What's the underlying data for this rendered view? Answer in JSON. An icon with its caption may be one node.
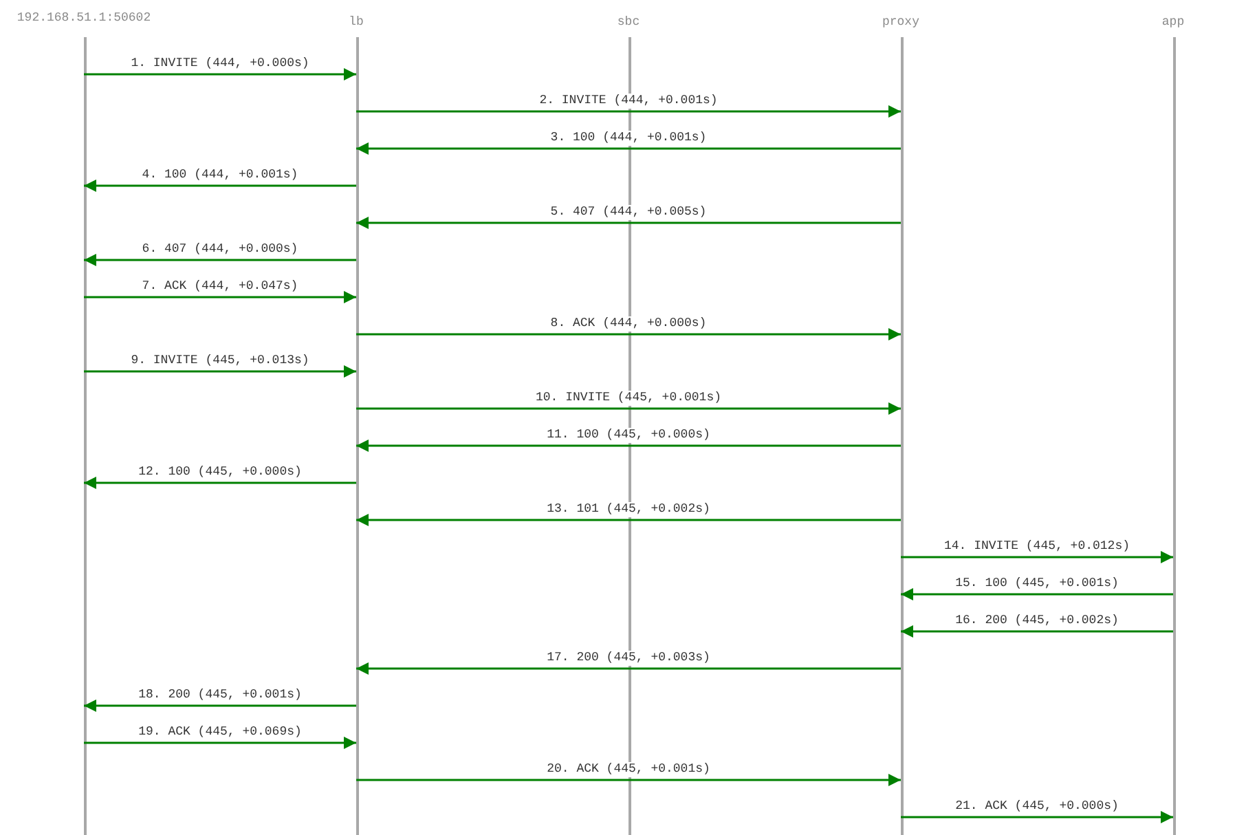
{
  "diagram": {
    "nodes": [
      {
        "text": [
          "192.168.51.1:50602"
        ]
      },
      {
        "text": [
          "lb"
        ]
      },
      {
        "text": [
          "sbc"
        ]
      },
      {
        "text": [
          "proxy"
        ]
      },
      {
        "text": [
          "app"
        ]
      }
    ],
    "edges": [
      {
        "from": 0,
        "to": 1,
        "arrow": "to",
        "label": "1. INVITE (444, +0.000s)"
      },
      {
        "from": 1,
        "to": 3,
        "arrow": "to",
        "label": "2. INVITE (444, +0.001s)"
      },
      {
        "from": 3,
        "to": 1,
        "arrow": "to",
        "label": "3. 100 (444, +0.001s)"
      },
      {
        "from": 1,
        "to": 0,
        "arrow": "to",
        "label": "4. 100 (444, +0.001s)"
      },
      {
        "from": 3,
        "to": 1,
        "arrow": "to",
        "label": "5. 407 (444, +0.005s)"
      },
      {
        "from": 1,
        "to": 0,
        "arrow": "to",
        "label": "6. 407 (444, +0.000s)"
      },
      {
        "from": 0,
        "to": 1,
        "arrow": "to",
        "label": "7. ACK (444, +0.047s)"
      },
      {
        "from": 1,
        "to": 3,
        "arrow": "to",
        "label": "8. ACK (444, +0.000s)"
      },
      {
        "from": 0,
        "to": 1,
        "arrow": "to",
        "label": "9. INVITE (445, +0.013s)"
      },
      {
        "from": 1,
        "to": 3,
        "arrow": "to",
        "label": "10. INVITE (445, +0.001s)"
      },
      {
        "from": 3,
        "to": 1,
        "arrow": "to",
        "label": "11. 100 (445, +0.000s)"
      },
      {
        "from": 1,
        "to": 0,
        "arrow": "to",
        "label": "12. 100 (445, +0.000s)"
      },
      {
        "from": 3,
        "to": 1,
        "arrow": "to",
        "label": "13. 101 (445, +0.002s)"
      },
      {
        "from": 3,
        "to": 4,
        "arrow": "to",
        "label": "14. INVITE (445, +0.012s)"
      },
      {
        "from": 4,
        "to": 3,
        "arrow": "to",
        "label": "15. 100 (445, +0.001s)"
      },
      {
        "from": 4,
        "to": 3,
        "arrow": "to",
        "label": "16. 200 (445, +0.002s)"
      },
      {
        "from": 3,
        "to": 1,
        "arrow": "to",
        "label": "17. 200 (445, +0.003s)"
      },
      {
        "from": 1,
        "to": 0,
        "arrow": "to",
        "label": "18. 200 (445, +0.001s)"
      },
      {
        "from": 0,
        "to": 1,
        "arrow": "to",
        "label": "19. ACK (445, +0.069s)"
      },
      {
        "from": 1,
        "to": 3,
        "arrow": "to",
        "label": "20. ACK (445, +0.001s)"
      },
      {
        "from": 3,
        "to": 4,
        "arrow": "to",
        "label": "21. ACK (445, +0.000s)"
      }
    ]
  }
}
